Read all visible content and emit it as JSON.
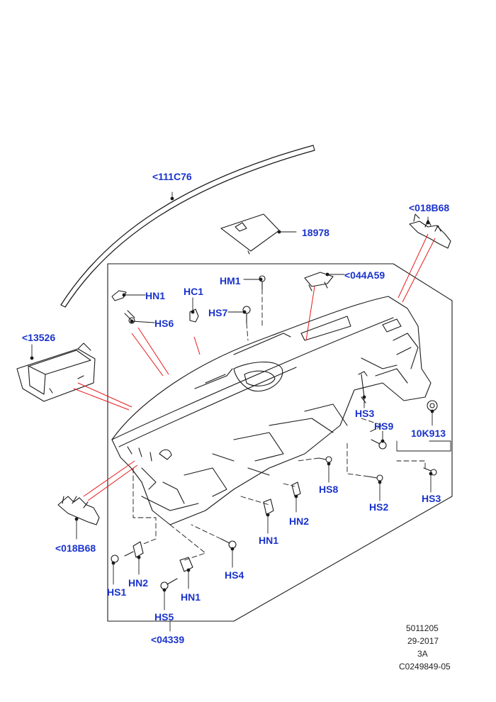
{
  "diagram": {
    "callouts": {
      "c_111c76": "<111C76",
      "c_18978": "18978",
      "c_018b68_top": "<018B68",
      "c_13526": "<13526",
      "c_hn1_a": "HN1",
      "c_hs6": "HS6",
      "c_hc1": "HC1",
      "c_hm1": "HM1",
      "c_hs7": "HS7",
      "c_044a59": "<044A59",
      "c_hs3_a": "HS3",
      "c_hs9": "HS9",
      "c_10k913": "10K913",
      "c_hs3_b": "HS3",
      "c_hs8": "HS8",
      "c_hs2": "HS2",
      "c_hn2_a": "HN2",
      "c_hn1_b": "HN1",
      "c_hs4": "HS4",
      "c_018b68_bottom": "<018B68",
      "c_hs1": "HS1",
      "c_hn2_b": "HN2",
      "c_hn1_c": "HN1",
      "c_hs5": "HS5",
      "c_04339": "<04339"
    },
    "footer": {
      "line1": "5011205",
      "line2": "29-2017",
      "line3": "3A",
      "line4": "C0249849-05"
    },
    "colors": {
      "callout": "#1a33cc",
      "leader_red": "#e8191b",
      "outline": "#1a1a1a"
    }
  }
}
